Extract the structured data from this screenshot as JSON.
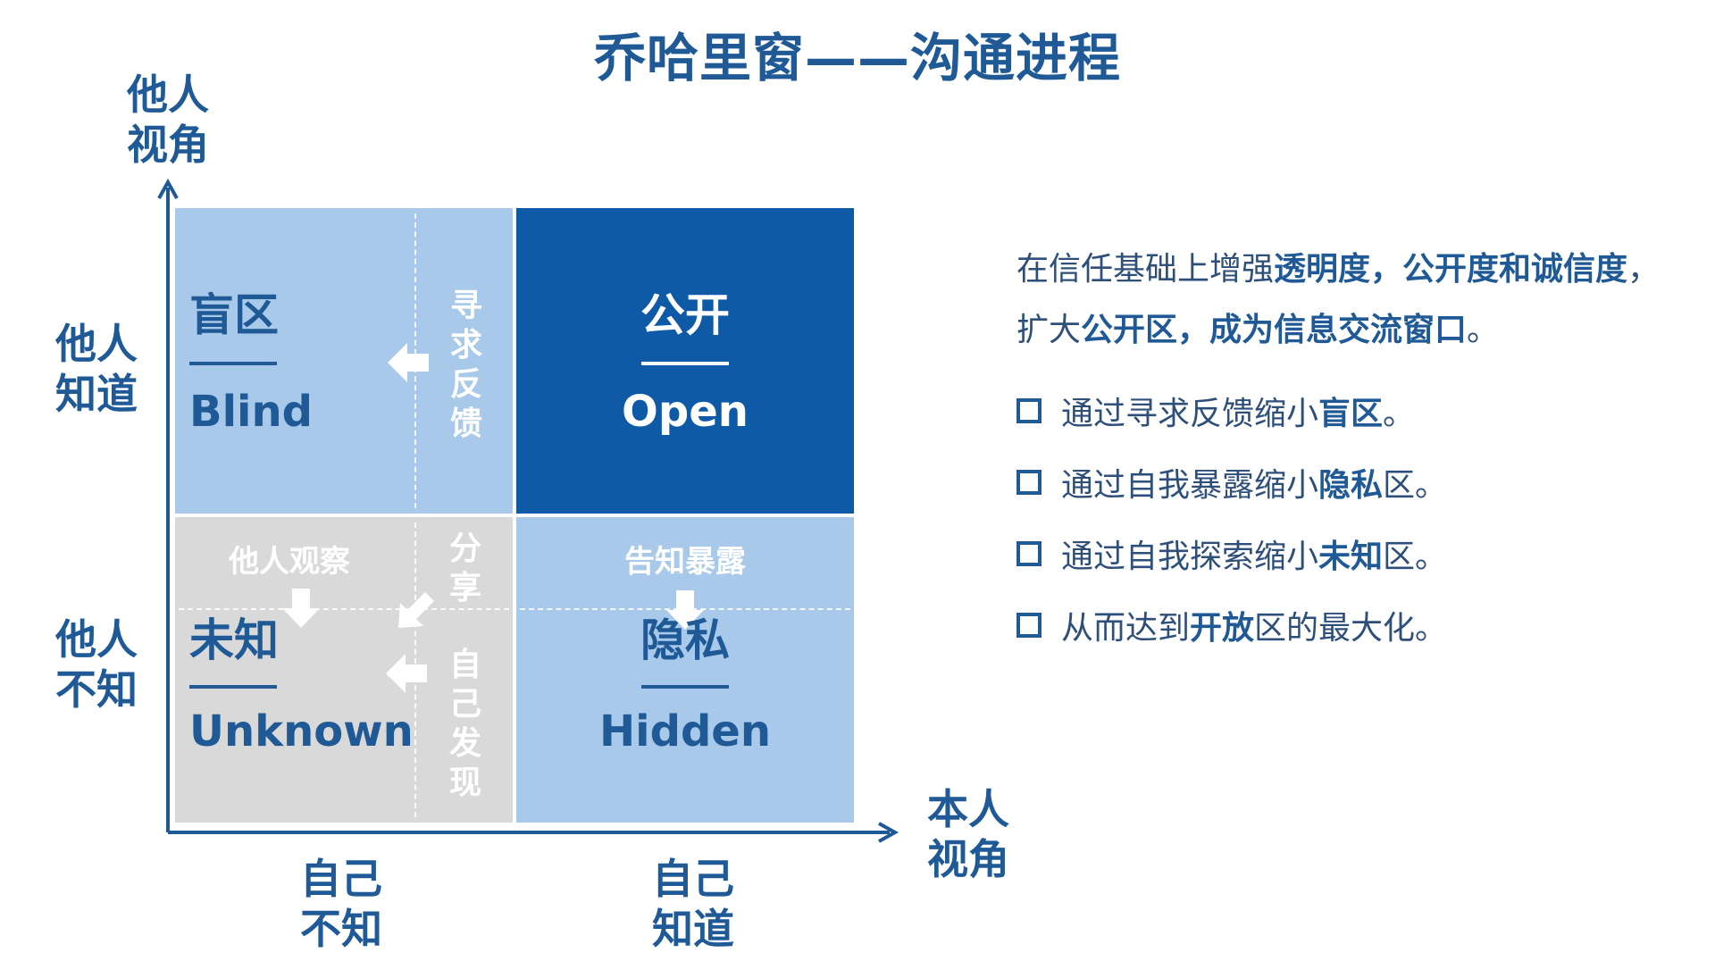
{
  "title": "乔哈里窗——沟通进程",
  "axes": {
    "y_top": "他人\n视角",
    "y_known": "他人\n知道",
    "y_unknown": "他人\n不知",
    "x_right": "本人\n视角",
    "x_unknown": "自己\n不知",
    "x_known": "自己\n知道"
  },
  "quadrants": {
    "blind": {
      "zh": "盲区",
      "en": "Blind"
    },
    "open": {
      "zh": "公开",
      "en": "Open"
    },
    "unknown": {
      "zh": "未知",
      "en": "Unknown"
    },
    "hidden": {
      "zh": "隐私",
      "en": "Hidden"
    }
  },
  "actions": {
    "seek_feedback": "寻求反馈",
    "share": "分享",
    "self_discover": "自己发现",
    "others_observe": "他人观察",
    "disclose": "告知暴露"
  },
  "description": {
    "line1_a": "在信任基础上增强",
    "line1_b": "透明度，公开度和诚信度",
    "line1_c": "，",
    "line2_a": "扩大",
    "line2_b": "公开区，成为信息交流窗口",
    "line2_c": "。"
  },
  "bullets": [
    {
      "pre": "通过寻求反馈缩小",
      "bold": "盲区",
      "post": "。"
    },
    {
      "pre": "通过自我暴露缩小",
      "bold": "隐私",
      "post": "区。"
    },
    {
      "pre": "通过自我探索缩小",
      "bold": "未知",
      "post": "区。"
    },
    {
      "pre": "从而达到",
      "bold": "开放",
      "post": "区的最大化。"
    }
  ],
  "colors": {
    "primary": "#1f5a96",
    "light_blue": "#a8c9e9",
    "dark_blue": "#0e5aa6",
    "gray": "#d9d9d9"
  }
}
